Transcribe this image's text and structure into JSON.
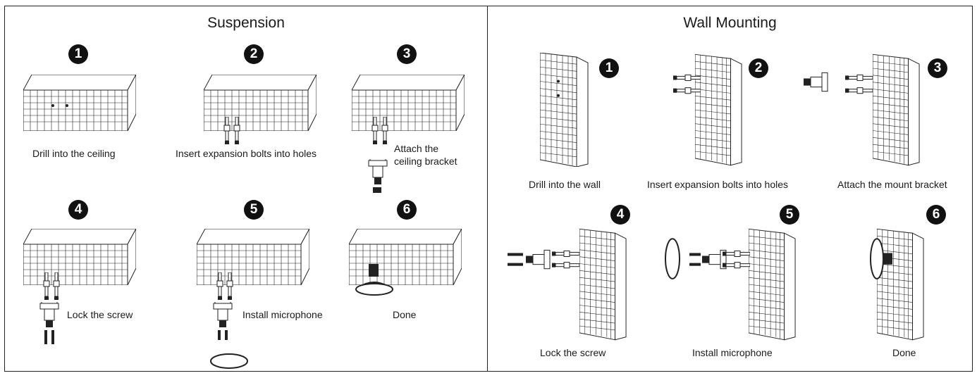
{
  "suspension": {
    "title": "Suspension",
    "steps": [
      {
        "number": "1",
        "caption": "Drill into the ceiling"
      },
      {
        "number": "2",
        "caption": "Insert expansion bolts into holes"
      },
      {
        "number": "3",
        "caption_line1": "Attach the",
        "caption_line2": "ceiling bracket"
      },
      {
        "number": "4",
        "caption": "Lock the screw"
      },
      {
        "number": "5",
        "caption": "Install microphone"
      },
      {
        "number": "6",
        "caption": "Done"
      }
    ]
  },
  "wall_mounting": {
    "title": "Wall Mounting",
    "steps": [
      {
        "number": "1",
        "caption": "Drill into the wall"
      },
      {
        "number": "2",
        "caption": "Insert expansion bolts into holes"
      },
      {
        "number": "3",
        "caption": "Attach the mount bracket"
      },
      {
        "number": "4",
        "caption": "Lock the screw"
      },
      {
        "number": "5",
        "caption": "Install microphone"
      },
      {
        "number": "6",
        "caption": "Done"
      }
    ]
  },
  "colors": {
    "line": "#222222",
    "badge_fill": "#111111",
    "badge_text": "#ffffff"
  }
}
